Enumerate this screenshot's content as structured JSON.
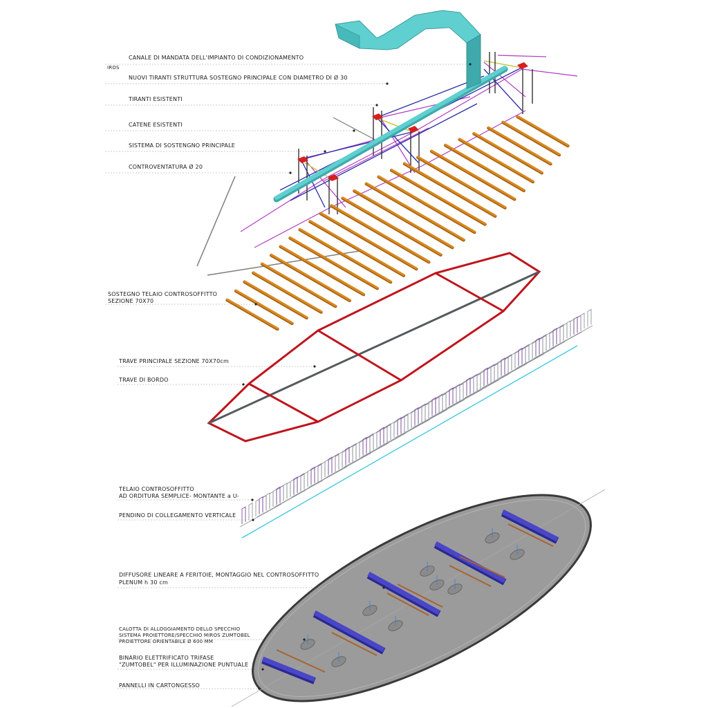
{
  "labels": {
    "iros": "IROS",
    "canale": "CANALE DI MANDATA DELL'IMPIANTO DI CONDIZIONAMENTO",
    "tiranti_nuovi": "NUOVI TIRANTI STRUTTURA SOSTEGNO PRINCIPALE CON DIAMETRO DI  Ø  30",
    "tiranti_esistenti": "TIRANTI ESISTENTI",
    "catene": "CATENE ESISTENTI",
    "sistema": "SISTEMA DI SOSTENGNO PRINCIPALE",
    "controventatura": "CONTROVENTATURA  Ø  20",
    "sostegno_telaio_1": "SOSTEGNO TELAIO CONTROSOFFITTO",
    "sostegno_telaio_2": "SEZIONE 70X70",
    "trave_principale": "TRAVE PRINCIPALE SEZIONE 70X70cm",
    "trave_bordo": "TRAVE DI BORDO",
    "telaio_1": "TELAIO CONTROSOFFITTO",
    "telaio_2": "AD ORDITURA SEMPLICE- MONTANTE a U-",
    "pendino": "PENDINO DI COLLEGAMENTO VERTICALE",
    "diffusore_1": "DIFFUSORE LINEARE A FERITOIE, MONTAGGIO NEL CONTROSOFFITTO",
    "diffusore_2": "PLENUM h 30 cm",
    "calotta_1": "CALOTTA DI ALLOGGIAMENTO DELLO SPECCHIO",
    "calotta_2": "SISTEMA PROIETTORE/SPECCHIO MIROS ZUMTOBEL",
    "calotta_3": "PROIETTORE ORIENTABILE Ø 600 MM",
    "binario_1": "BINARIO ELETTRIFICATO TRIFASE",
    "binario_2": "\"ZUMTOBEL\" PER ILLUMINAZIONE PUNTUALE",
    "pannelli": "PANNELLI IN CARTONGESSO"
  },
  "colors": {
    "duct": "#5fcfcf",
    "duct_dark": "#3fa9ab",
    "tie_blue": "#2a2aa8",
    "tie_magenta": "#b03cc0",
    "bracing_yellow": "#c9c94a",
    "support_red": "#d81e1e",
    "batten_orange": "#d98a1f",
    "batten_dark": "#a85f12",
    "beam_red": "#c0141c",
    "beam_grey": "#555a5e",
    "grid_grey": "#8e9398",
    "grid_purple": "#7a4b9a",
    "grid_cyan": "#36c6dc",
    "panel_grey": "#9b9b9b",
    "panel_edge": "#3a3a3a",
    "diffuser_blue": "#4a46c8",
    "rail_brown": "#a8632e"
  }
}
